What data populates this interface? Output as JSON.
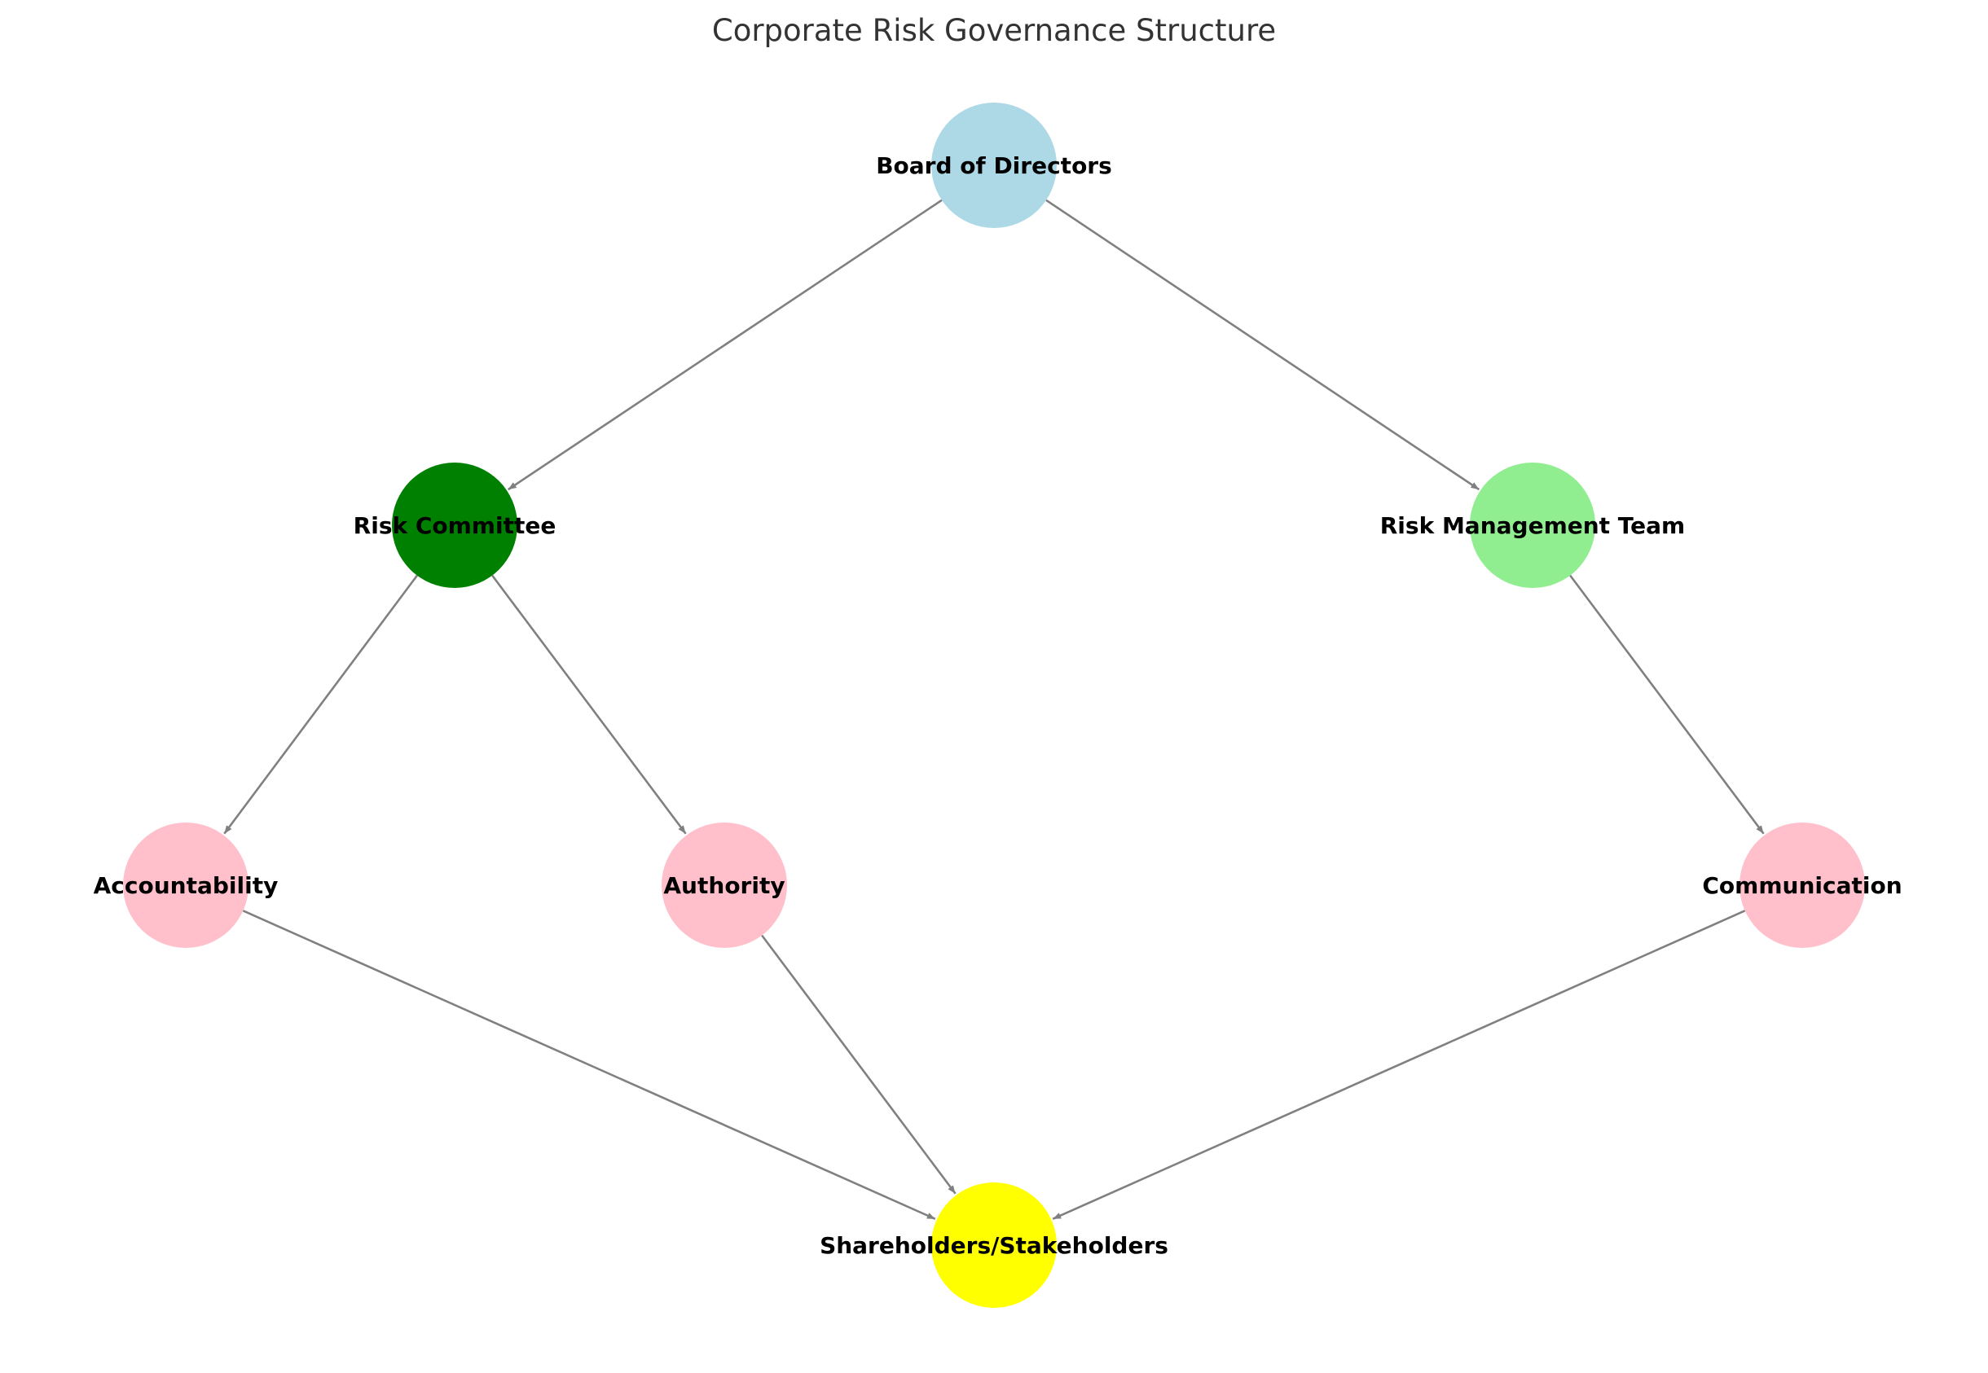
{
  "title": "Corporate Risk Governance Structure",
  "edge_color": "#808080",
  "nodes": [
    {
      "id": "board",
      "label": "Board of Directors",
      "color": "#ADD8E6"
    },
    {
      "id": "committee",
      "label": "Risk Committee",
      "color": "#008000"
    },
    {
      "id": "team",
      "label": "Risk Management Team",
      "color": "#90EE90"
    },
    {
      "id": "accountability",
      "label": "Accountability",
      "color": "#FFC0CB"
    },
    {
      "id": "authority",
      "label": "Authority",
      "color": "#FFC0CB"
    },
    {
      "id": "communication",
      "label": "Communication",
      "color": "#FFC0CB"
    },
    {
      "id": "stakeholders",
      "label": "Shareholders/Stakeholders",
      "color": "#FFFF00"
    }
  ],
  "edges": [
    {
      "from": "board",
      "to": "committee"
    },
    {
      "from": "board",
      "to": "team"
    },
    {
      "from": "committee",
      "to": "accountability"
    },
    {
      "from": "committee",
      "to": "authority"
    },
    {
      "from": "team",
      "to": "communication"
    },
    {
      "from": "accountability",
      "to": "stakeholders"
    },
    {
      "from": "authority",
      "to": "stakeholders"
    },
    {
      "from": "communication",
      "to": "stakeholders"
    }
  ]
}
